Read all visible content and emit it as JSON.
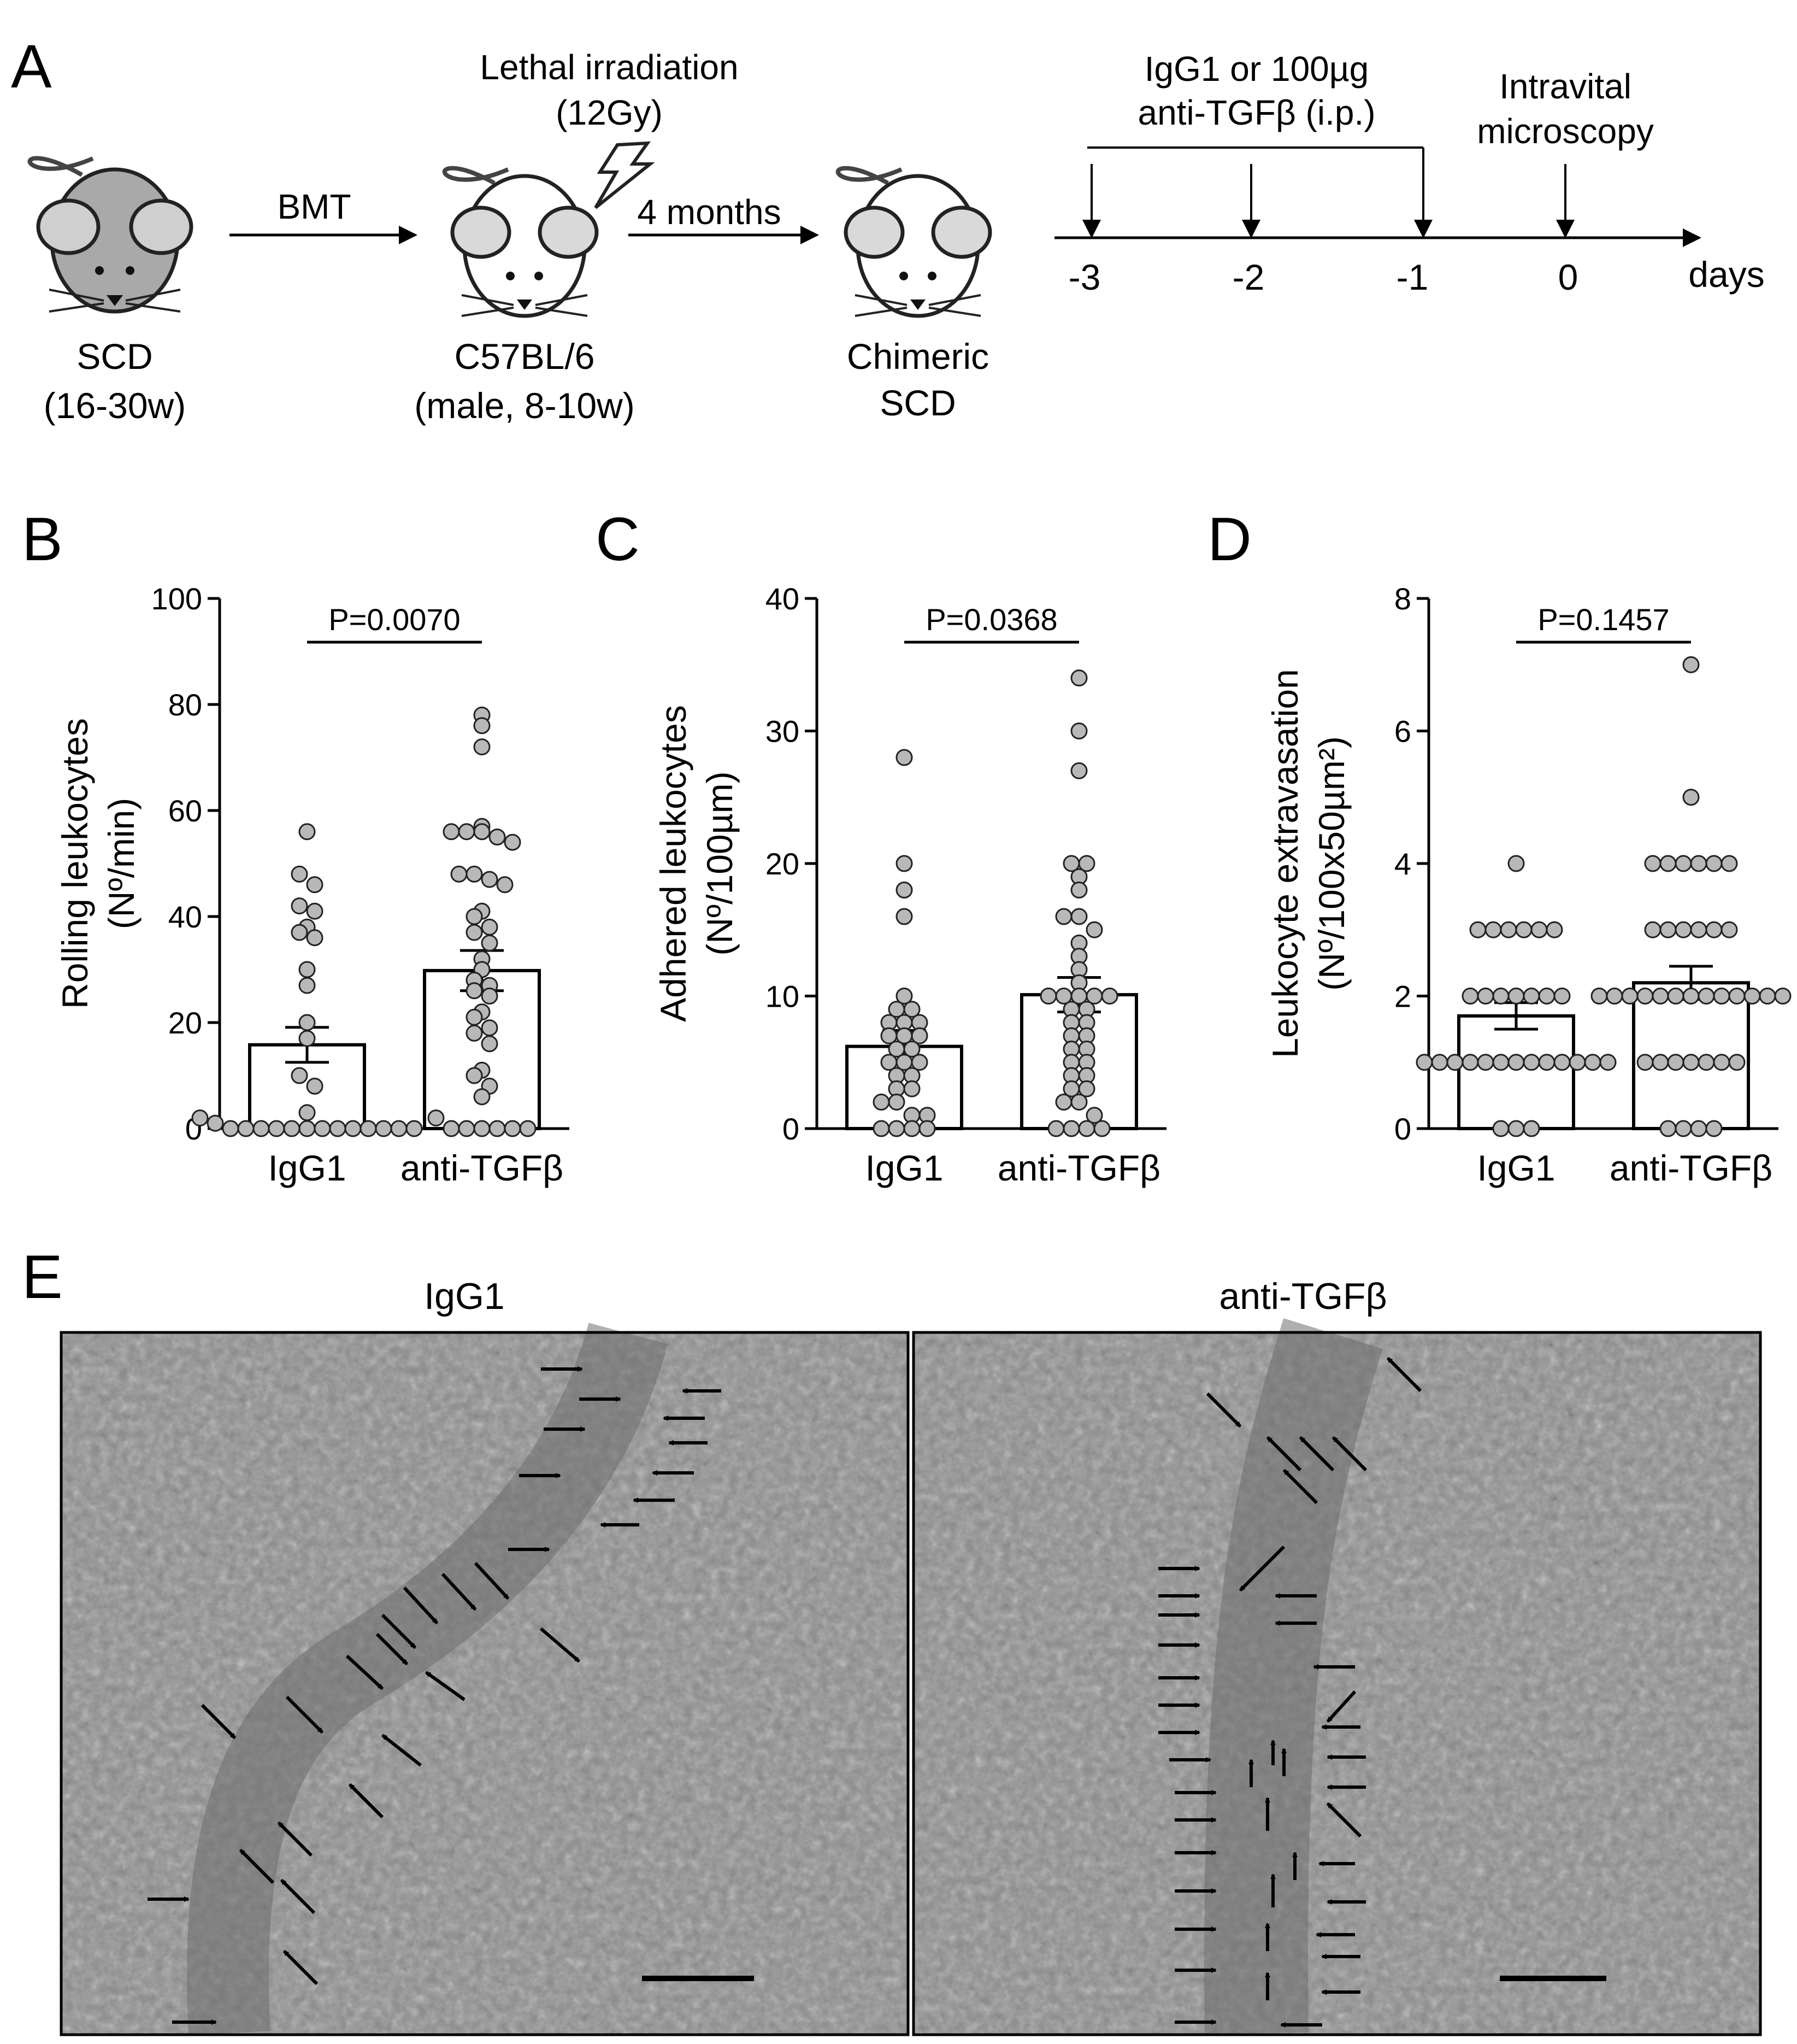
{
  "panel_letters": {
    "a": "A",
    "b": "B",
    "c": "C",
    "d": "D",
    "e": "E"
  },
  "schematic": {
    "donor": [
      "SCD",
      "(16-30w)"
    ],
    "bmt": "BMT",
    "recipient": [
      "C57BL/6",
      "(male, 8-10w)"
    ],
    "irradiation": [
      "Lethal irradiation",
      "(12Gy)"
    ],
    "wait": "4 months",
    "chimeric": [
      "Chimeric",
      "SCD"
    ],
    "treatment": [
      "IgG1 or 100µg",
      "anti-TGFβ (i.p.)"
    ],
    "imaging": [
      "Intravital",
      "microscopy"
    ],
    "timeline_ticks": [
      "-3",
      "-2",
      "-1",
      "0"
    ],
    "timeline_unit": "days"
  },
  "chart_data": [
    {
      "type": "bar",
      "panel": "B",
      "categories": [
        "IgG1",
        "anti-TGFβ"
      ],
      "ylabel": [
        "Rolling leukocytes",
        "(Nº/min)"
      ],
      "ylim": [
        0,
        100
      ],
      "yticks": [
        "0",
        "20",
        "40",
        "60",
        "80",
        "100"
      ],
      "significance": "P=0.0070",
      "means": [
        15.8,
        29.8
      ],
      "sem": [
        3.3,
        3.8
      ],
      "points": [
        [
          56,
          48,
          46,
          42,
          41,
          38,
          37,
          36,
          30,
          27,
          20,
          17,
          10,
          8,
          3,
          2,
          1,
          0,
          0,
          0,
          0,
          0,
          0,
          0,
          0,
          0,
          0,
          0,
          0,
          0
        ],
        [
          78,
          76,
          72,
          57,
          56,
          56,
          56,
          55,
          54,
          48,
          48,
          47,
          46,
          41,
          40,
          38,
          37,
          35,
          32,
          30,
          28,
          27,
          26,
          25,
          22,
          21,
          19,
          18,
          16,
          11,
          10,
          8,
          6,
          2,
          0,
          0,
          0,
          0,
          0,
          0
        ]
      ],
      "grid": false
    },
    {
      "type": "bar",
      "panel": "C",
      "categories": [
        "IgG1",
        "anti-TGFβ"
      ],
      "ylabel": [
        "Adhered leukocytes",
        "(Nº/100µm)"
      ],
      "ylim": [
        0,
        40
      ],
      "yticks": [
        "0",
        "10",
        "20",
        "30",
        "40"
      ],
      "significance": "P=0.0368",
      "means": [
        6.2,
        10.1
      ],
      "sem": [
        1.2,
        1.3
      ],
      "points": [
        [
          28,
          20,
          18,
          16,
          10,
          9,
          9,
          8,
          8,
          8,
          7,
          7,
          7,
          6,
          6,
          5,
          5,
          5,
          4,
          4,
          3,
          3,
          2,
          2,
          1,
          1,
          0,
          0,
          0,
          0
        ],
        [
          34,
          30,
          27,
          20,
          20,
          19,
          18,
          16,
          16,
          15,
          14,
          13,
          12,
          11,
          10,
          10,
          10,
          10,
          10,
          9,
          9,
          8,
          8,
          7,
          7,
          6,
          6,
          5,
          5,
          4,
          4,
          3,
          3,
          2,
          2,
          1,
          0,
          0,
          0,
          0
        ]
      ],
      "grid": false
    },
    {
      "type": "bar",
      "panel": "D",
      "categories": [
        "IgG1",
        "anti-TGFβ"
      ],
      "ylabel": [
        "Leukocyte extravasation",
        "(Nº/100x50µm²)"
      ],
      "ylim": [
        0,
        8
      ],
      "yticks": [
        "0",
        "2",
        "4",
        "6",
        "8"
      ],
      "significance": "P=0.1457",
      "means": [
        1.7,
        2.2
      ],
      "sem": [
        0.2,
        0.25
      ],
      "points": [
        [
          4,
          3,
          3,
          3,
          3,
          3,
          3,
          2,
          2,
          2,
          2,
          2,
          2,
          2,
          1,
          1,
          1,
          1,
          1,
          1,
          1,
          1,
          1,
          1,
          1,
          1,
          1,
          0,
          0,
          0
        ],
        [
          7,
          5,
          4,
          4,
          4,
          4,
          4,
          4,
          3,
          3,
          3,
          3,
          3,
          3,
          2,
          2,
          2,
          2,
          2,
          2,
          2,
          2,
          2,
          2,
          2,
          2,
          2,
          1,
          1,
          1,
          1,
          1,
          1,
          1,
          0,
          0,
          0,
          0
        ]
      ],
      "grid": false
    }
  ],
  "micrographs": {
    "left_title": "IgG1",
    "right_title": "anti-TGFβ"
  },
  "colors": {
    "dot_fill": "#b8b8b8",
    "mouse_gray": "#a9a9a9",
    "mouse_white": "#ffffff",
    "micro_bg": "#8c8c8c",
    "vessel": "#6e6e6e"
  }
}
